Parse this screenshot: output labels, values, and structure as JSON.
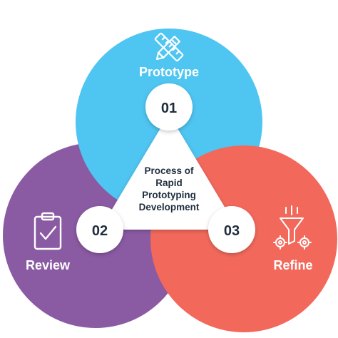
{
  "diagram": {
    "center_text": [
      "Process of",
      "Rapid",
      "Prototyping",
      "Development"
    ],
    "steps": [
      {
        "number": "01",
        "label": "Prototype",
        "color": "#4fc5f1",
        "icon": "pencil-ruler-icon"
      },
      {
        "number": "02",
        "label": "Review",
        "color": "#8a5aa3",
        "icon": "clipboard-check-icon"
      },
      {
        "number": "03",
        "label": "Refine",
        "color": "#f2695c",
        "icon": "funnel-gears-icon"
      }
    ]
  }
}
